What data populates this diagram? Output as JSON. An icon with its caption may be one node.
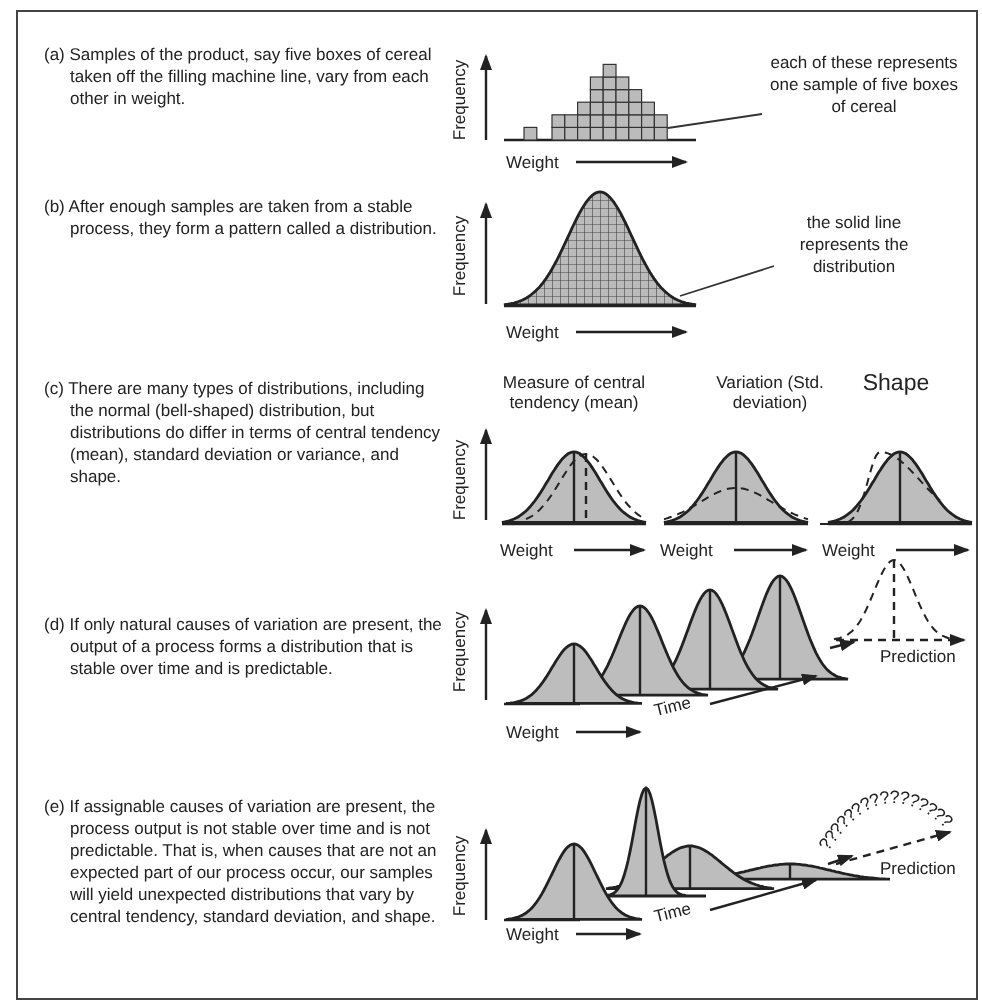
{
  "diagram": {
    "nodes": [
      {
        "text": [
          "each of these represents one sample of five boxes of cereal"
        ]
      },
      {
        "text": [
          "the solid line represents the distribution"
        ]
      },
      {
        "text": [],
        "shape": "bar"
      },
      {
        "text": [],
        "shape": "curve"
      }
    ],
    "edges": [
      {
        "from": 0,
        "to": 2,
        "arrow": "none"
      },
      {
        "from": 1,
        "to": 3,
        "arrow": "none"
      }
    ],
    "labels": [
      "(a) Samples of the product, say five boxes of cereal taken off the filling machine line, vary from each other in weight.",
      "Frequency",
      "Weight",
      "(b) After enough samples are taken from a stable process, they form a pattern called a distribution.",
      "Frequency",
      "Weight",
      "(c) There are many types of distributions, including the normal (bell-shaped) distribution, but distributions do differ in terms of central tendency (mean), standard deviation or variance, and shape.",
      "Measure of central tendency (mean)",
      "Variation (Std. deviation)",
      "Shape",
      "Frequency",
      "Weight",
      "Weight",
      "Weight",
      "(d) If only natural causes of variation are present, the output of a process forms a distribution that is stable over time and is predictable.",
      "Frequency",
      "Prediction",
      "Time",
      "Weight",
      "(e) If assignable causes of variation are present, the process output is not stable over time and is not predictable. That is, when causes that are not an expected part of our process occur, our samples will yield unexpected distributions that vary by central tendency, standard deviation, and shape.",
      "????????????????",
      "Prediction",
      "Frequency",
      "Time",
      "Weight"
    ]
  }
}
